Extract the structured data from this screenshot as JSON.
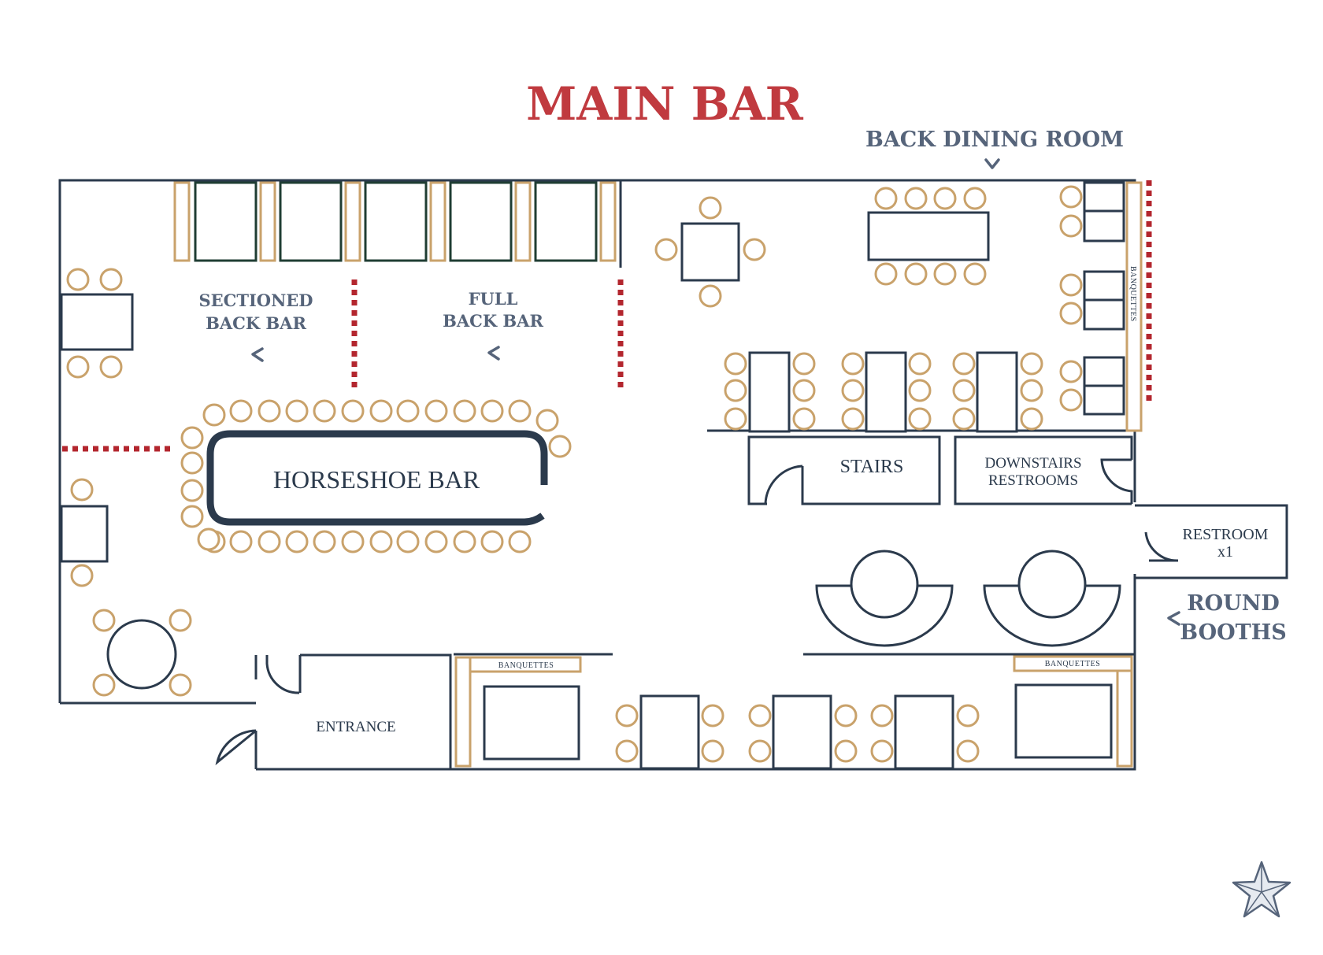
{
  "title": "MAIN BAR",
  "labels": {
    "back_dining_room": "BACK DINING ROOM",
    "sectioned_line1": "SECTIONED",
    "sectioned_line2": "BACK BAR",
    "full_line1": "FULL",
    "full_line2": "BACK BAR",
    "horseshoe_bar": "HORSESHOE BAR",
    "stairs": "STAIRS",
    "downstairs_line1": "DOWNSTAIRS",
    "downstairs_line2": "RESTROOMS",
    "restroom_line1": "RESTROOM",
    "restroom_line2": "x1",
    "round_booths_line1": "ROUND",
    "round_booths_line2": "BOOTHS",
    "entrance": "ENTRANCE",
    "banquettes_bottom_left": "BANQUETTES",
    "banquettes_bottom_right": "BANQUETTES",
    "banquettes_right_wall": "BANQUETTES"
  },
  "colors": {
    "title": "#c03a3f",
    "walls": "#2b3a4c",
    "stools": "#c9a26b",
    "dividers": "#b3262e",
    "booths": "#1f3d33"
  },
  "icons": {
    "logo": "star-icon",
    "arrows": "chevron-icon"
  }
}
